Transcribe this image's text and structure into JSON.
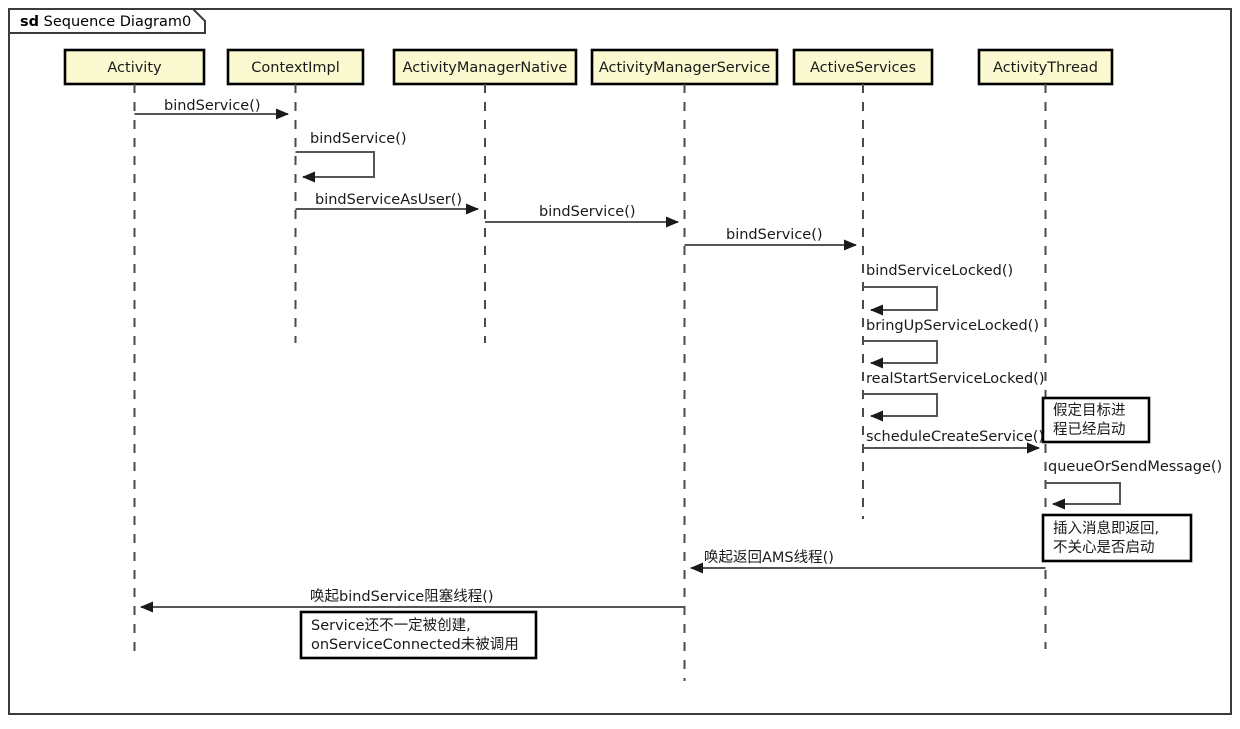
{
  "frame": {
    "keyword": "sd",
    "title": "Sequence Diagram0"
  },
  "colors": {
    "actor_fill": "#FBF9D0",
    "actor_stroke": "#000000",
    "line": "#555555",
    "lifeline": "#4A4A4A",
    "frame_stroke": "#3B3B3B",
    "background": "#FFFFFF",
    "note_fill": "#FFFFFF"
  },
  "actors": [
    {
      "id": "activity",
      "label": "Activity"
    },
    {
      "id": "contextimpl",
      "label": "ContextImpl"
    },
    {
      "id": "amn",
      "label": "ActivityManagerNative"
    },
    {
      "id": "ams",
      "label": "ActivityManagerService"
    },
    {
      "id": "activeservices",
      "label": "ActiveServices"
    },
    {
      "id": "activitythread",
      "label": "ActivityThread"
    }
  ],
  "messages": [
    {
      "id": "m1",
      "label": "bindService()",
      "from": "activity",
      "to": "contextimpl",
      "kind": "call"
    },
    {
      "id": "m2",
      "label": "bindService()",
      "from": "contextimpl",
      "to": "contextimpl",
      "kind": "self"
    },
    {
      "id": "m3",
      "label": "bindServiceAsUser()",
      "from": "contextimpl",
      "to": "amn",
      "kind": "call"
    },
    {
      "id": "m4",
      "label": "bindService()",
      "from": "amn",
      "to": "ams",
      "kind": "call"
    },
    {
      "id": "m5",
      "label": "bindService()",
      "from": "ams",
      "to": "activeservices",
      "kind": "call"
    },
    {
      "id": "m6",
      "label": "bindServiceLocked()",
      "from": "activeservices",
      "to": "activeservices",
      "kind": "self"
    },
    {
      "id": "m7",
      "label": "bringUpServiceLocked()",
      "from": "activeservices",
      "to": "activeservices",
      "kind": "self"
    },
    {
      "id": "m8",
      "label": "realStartServiceLocked()",
      "from": "activeservices",
      "to": "activeservices",
      "kind": "self"
    },
    {
      "id": "m9",
      "label": "scheduleCreateService()",
      "from": "activeservices",
      "to": "activitythread",
      "kind": "call"
    },
    {
      "id": "m10",
      "label": "queueOrSendMessage()",
      "from": "activitythread",
      "to": "activitythread",
      "kind": "self"
    },
    {
      "id": "m11",
      "label": "唤起返回AMS线程()",
      "from": "activitythread",
      "to": "ams",
      "kind": "return"
    },
    {
      "id": "m12",
      "label": "唤起bindService阻塞线程()",
      "from": "ams",
      "to": "activity",
      "kind": "return"
    }
  ],
  "notes": [
    {
      "id": "n1",
      "lines": [
        "假定目标进",
        "程已经启动"
      ]
    },
    {
      "id": "n2",
      "lines": [
        "插入消息即返回,",
        "不关心是否启动"
      ]
    },
    {
      "id": "n3",
      "lines": [
        "Service还不一定被创建,",
        "onServiceConnected未被调用"
      ]
    }
  ]
}
